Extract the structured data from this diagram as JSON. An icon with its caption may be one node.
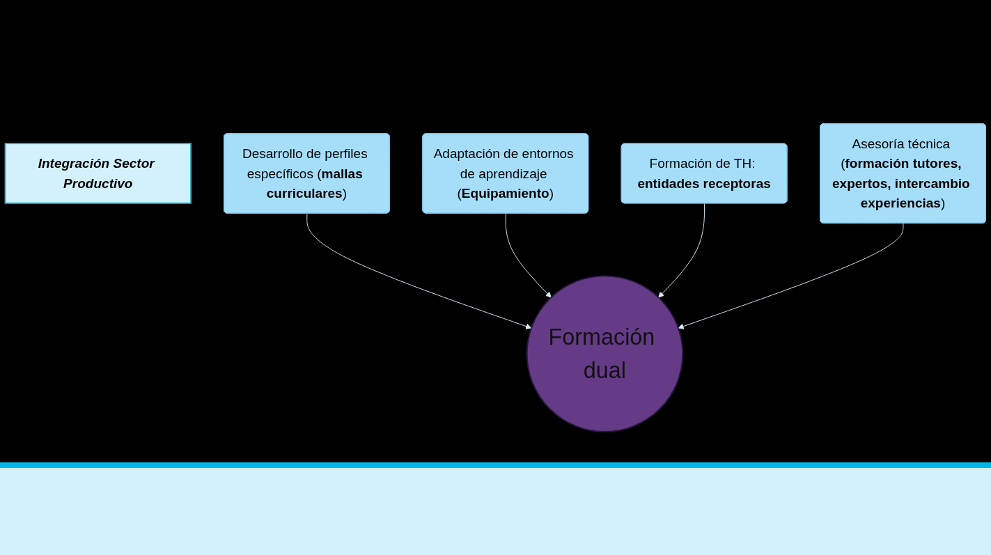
{
  "diagram": {
    "nodes": [
      {
        "text": [
          "Integración Sector Productivo"
        ]
      },
      {
        "text": [
          "Desarrollo de perfiles específicos (**mallas curriculares**)"
        ]
      },
      {
        "text": [
          "Adaptación de entornos de aprendizaje (**Equipamiento**)"
        ]
      },
      {
        "text": [
          "Formación de TH: **entidades receptoras**"
        ]
      },
      {
        "text": [
          "Asesoría técnica (**formación tutores, expertos, intercambio experiencias**)"
        ]
      },
      {
        "text": [
          "Formación dual"
        ]
      }
    ],
    "edges": [
      {
        "from": 1,
        "to": 5,
        "arrow": "to"
      },
      {
        "from": 2,
        "to": 5,
        "arrow": "to"
      },
      {
        "from": 3,
        "to": 5,
        "arrow": "to"
      },
      {
        "from": 4,
        "to": 5,
        "arrow": "to"
      }
    ]
  }
}
